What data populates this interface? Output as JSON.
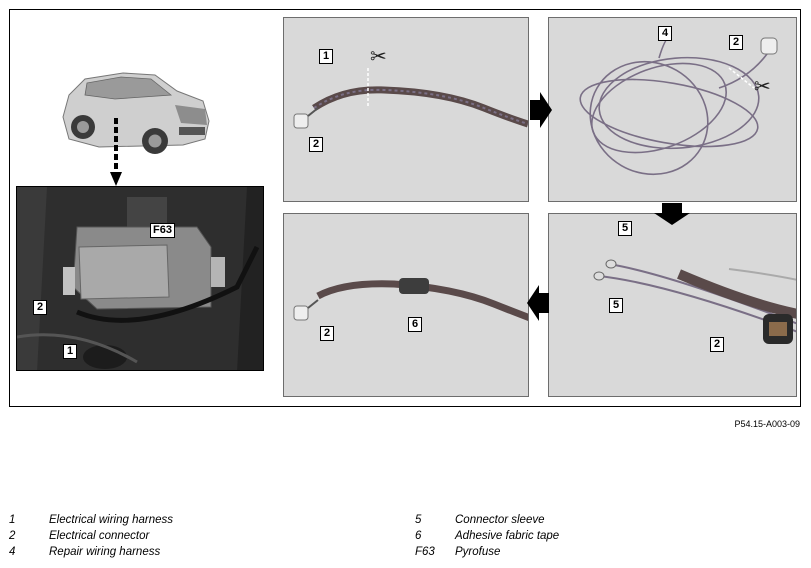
{
  "figure_ref": "P54.15-A003-09",
  "overview": {
    "label_fuse": "F63",
    "label_connector": "2",
    "label_harness": "1"
  },
  "step1": {
    "label_harness": "1",
    "label_connector": "2",
    "scissors_icon": "scissors-icon"
  },
  "step2": {
    "label_repair": "4",
    "label_connector": "2",
    "scissors_icon": "scissors-icon"
  },
  "step3": {
    "label_sleeve_top": "5",
    "label_sleeve_bottom": "5",
    "label_connector": "2"
  },
  "step4": {
    "label_connector": "2",
    "label_tape": "6"
  },
  "legend": {
    "left": [
      {
        "num": "1",
        "text": "Electrical wiring harness"
      },
      {
        "num": "2",
        "text": "Electrical connector"
      },
      {
        "num": "4",
        "text": "Repair wiring harness"
      }
    ],
    "right": [
      {
        "num": "5",
        "text": "Connector sleeve"
      },
      {
        "num": "6",
        "text": "Adhesive fabric tape"
      },
      {
        "num": "F63",
        "text": "Pyrofuse"
      }
    ]
  },
  "colors": {
    "panel_bg": "#d9d9d9",
    "photo_dark": "#2b2b2b",
    "harness": "#5a4a4a",
    "wire": "#7a6f86",
    "arrow": "#000000"
  }
}
